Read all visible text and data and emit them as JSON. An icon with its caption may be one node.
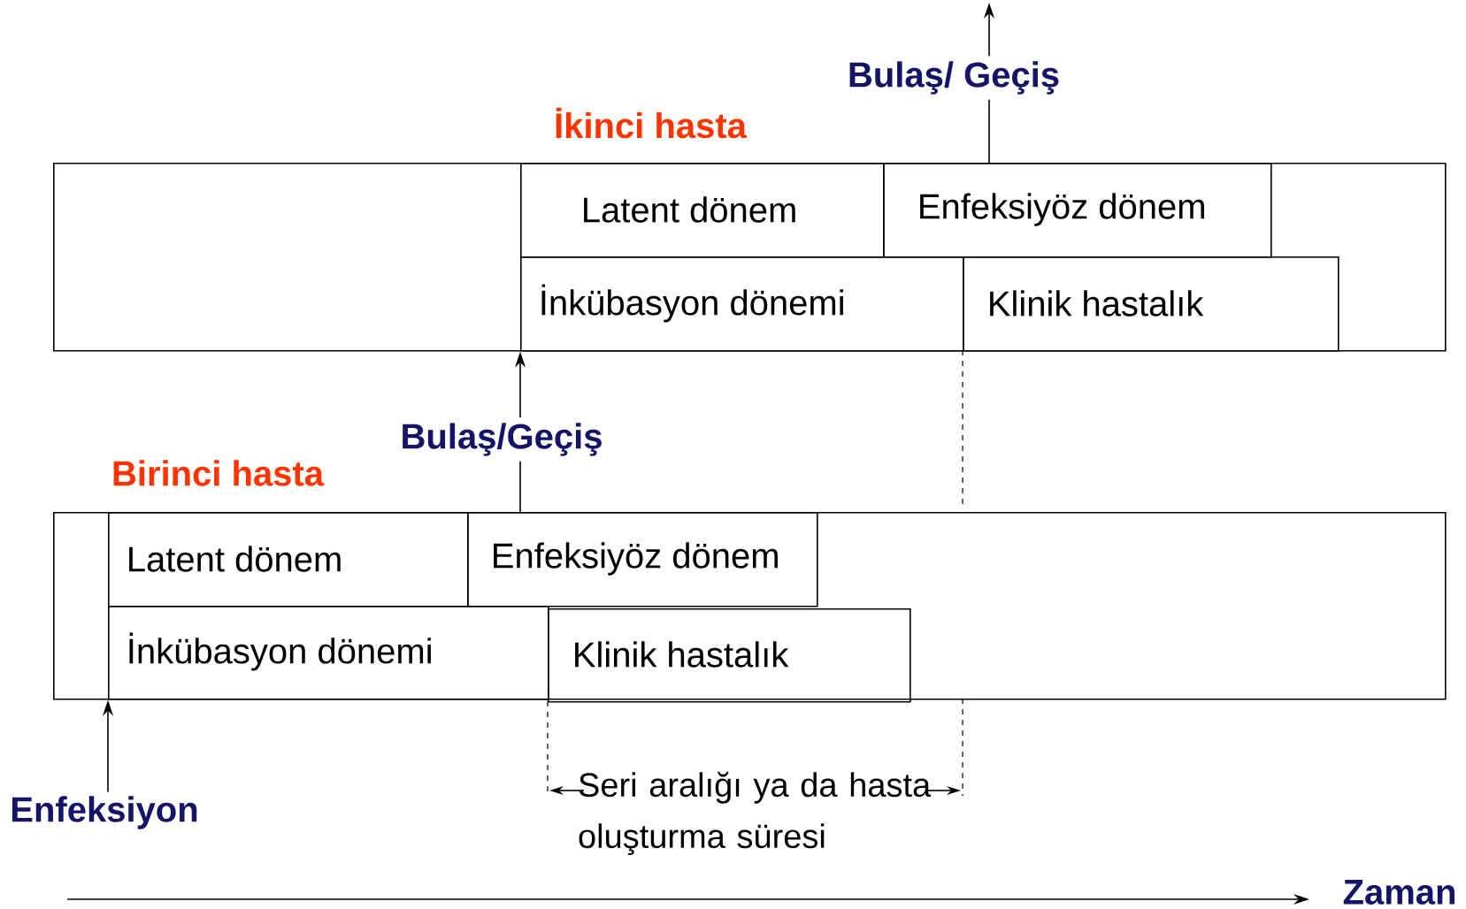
{
  "diagram": {
    "nodes": [
      {
        "text": [
          "İkinci hasta"
        ]
      },
      {
        "text": [
          "Latent dönem"
        ],
        "in": 0
      },
      {
        "text": [
          "Enfeksiyöz dönem"
        ],
        "in": 0
      },
      {
        "text": [
          "İnkübasyon dönemi"
        ],
        "in": 0
      },
      {
        "text": [
          "Klinik hastalık"
        ],
        "in": 0
      },
      {
        "text": [
          "Birinci hasta"
        ]
      },
      {
        "text": [
          "Latent dönem"
        ],
        "in": 5
      },
      {
        "text": [
          "Enfeksiyöz dönem"
        ],
        "in": 5
      },
      {
        "text": [
          "İnkübasyon dönemi"
        ],
        "in": 5
      },
      {
        "text": [
          "Klinik hastalık"
        ],
        "in": 5
      },
      {
        "text": [
          "Enfeksiyon"
        ]
      }
    ],
    "edges": [
      {
        "from": 2,
        "to": null,
        "arrow": "to",
        "label": "Bulaş/ Geçiş"
      },
      {
        "from": 7,
        "to": 3,
        "arrow": "to",
        "label": "Bulaş/Geçiş"
      },
      {
        "from": 10,
        "to": 8,
        "arrow": "to"
      }
    ],
    "labels": [
      "Seri aralığı ya da hasta oluşturma süresi",
      "Zaman"
    ]
  }
}
